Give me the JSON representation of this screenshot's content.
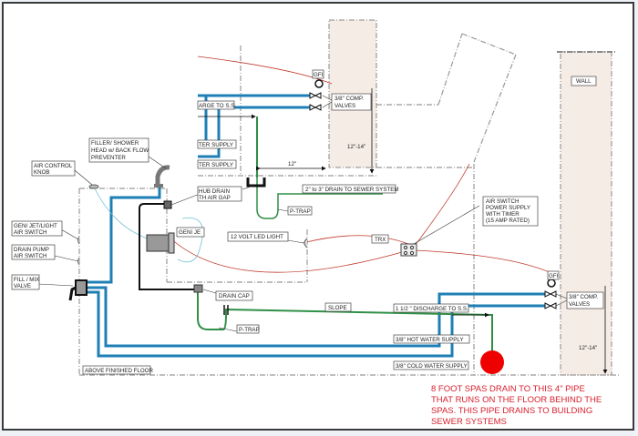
{
  "diagram": {
    "title": "Spa plumbing and electrical installation diagram",
    "colors": {
      "water_supply": "#1e7fb4",
      "drain": "#2f8f46",
      "electrical": "#c0392b",
      "wall_fill": "#f6ece6",
      "note_text": "#d81f2c",
      "drain_pipe_marker": "#ee0000",
      "air_line": "#6ec1d6"
    },
    "labels": {
      "wall": "WALL",
      "gfi_top": "GFI",
      "gfi_bottom": "GFI",
      "comp_valves_top": [
        "3/8\" COMP.",
        "VALVES"
      ],
      "comp_valves_bottom": [
        "3/8\" COMP.",
        "VALVES"
      ],
      "dim_12_14_top": "12\"-14\"",
      "dim_12_14_bottom": "12\"-14\"",
      "dim_12": "12\"",
      "discharge_top": "ARGE TO S.S.",
      "water_supply_1": "TER SUPPLY",
      "water_supply_2": "TER SUPPLY",
      "filler_shower": [
        "FILLER/ SHOWER",
        "HEAD w/ BACK FLOW",
        "PREVENTER"
      ],
      "air_control": [
        "AIR CONTROL",
        "KNOB"
      ],
      "hub_drain": [
        "HUB DRAIN",
        "TH AIR GAP"
      ],
      "drain_to_sewer": "2\" to 3\" DRAIN TO SEWER SYSTEM",
      "p_trap_top": "P-TRAP",
      "geni_jet_light": [
        "GENI JET/LIGHT",
        "AIR SWITCH"
      ],
      "drain_pump": [
        "DRAIN PUMP",
        "AIR SWITCH"
      ],
      "fill_mix": [
        "FILL / MIX",
        "VALVE"
      ],
      "geni_jet": "GENI JE",
      "led_light": "12 VOLT LED LIGHT",
      "trx": "TRX",
      "air_switch_power": [
        "AIR SWITCH",
        "POWER SUPPLY",
        "WITH TIMER",
        "(15 AMP RATED)"
      ],
      "drain_cap": "DRAIN CAP",
      "slope": "SLOPE",
      "p_trap_bottom": "P-TRAP",
      "discharge_bottom": "1 1/2 \" DISCHARGE TO S.S.",
      "hot_water": "3/8\" HOT WATER SUPPLY",
      "cold_water": "3/8\" COLD WATER SUPPLY",
      "above_floor": "ABOVE FINISHED FLOOR"
    },
    "note": [
      "8 FOOT SPAS DRAIN TO THIS 4\" PIPE",
      "THAT RUNS ON THE FLOOR BEHIND THE",
      "SPAS.  THIS PIPE DRAINS TO BUILDING",
      "SEWER SYSTEMS"
    ]
  }
}
